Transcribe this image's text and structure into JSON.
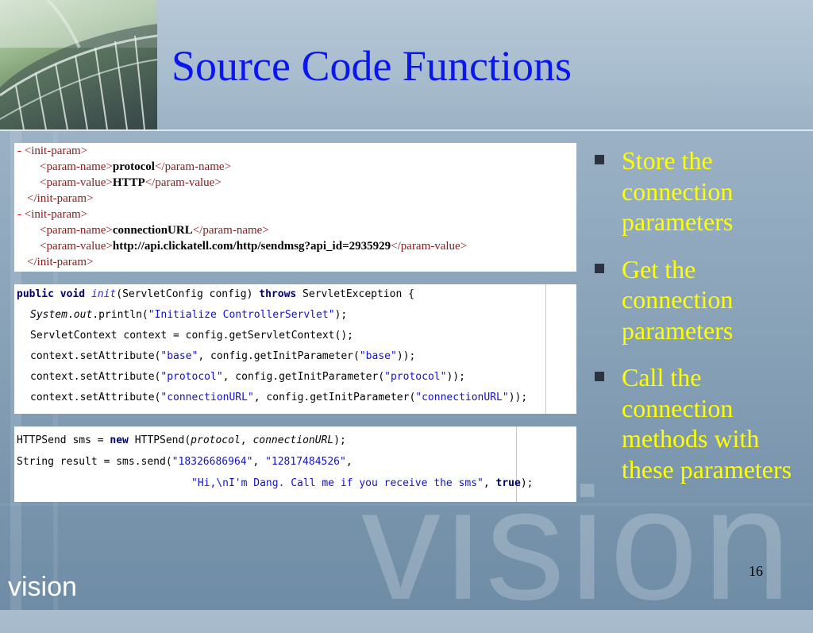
{
  "slide": {
    "title": "Source Code Functions",
    "page_number": "16",
    "brand": "vision",
    "watermark": "vision",
    "colors": {
      "title": "#0a16ee",
      "bullet_text": "#ffff00",
      "background": "#93abc0"
    }
  },
  "xml_snippet": {
    "line1": {
      "dash": "- ",
      "tag": "<init-param>"
    },
    "line2": {
      "open": "<param-name>",
      "value": "protocol",
      "close": "</param-name>"
    },
    "line3": {
      "open": "<param-value>",
      "value": "HTTP",
      "close": "</param-value>"
    },
    "line4": {
      "tag": "</init-param>"
    },
    "line5": {
      "dash": "- ",
      "tag": "<init-param>"
    },
    "line6": {
      "open": "<param-name>",
      "value": "connectionURL",
      "close": "</param-name>"
    },
    "line7": {
      "open": "<param-value>",
      "value": "http://api.clickatell.com/http/sendmsg?api_id=2935929",
      "close": "</param-value>"
    },
    "line8": {
      "tag": "</init-param>"
    }
  },
  "init_code": {
    "l1": {
      "kw1": "public",
      "kw2": "void",
      "method": "init",
      "rest": "(ServletConfig config) ",
      "kw3": "throws",
      "tail": " ServletException {"
    },
    "l2": {
      "cls": "System",
      "dot": ".",
      "field": "out",
      "call": ".println(",
      "str": "\"Initialize ControllerServlet\"",
      "end": ");"
    },
    "l3": {
      "text": "ServletContext context = config.getServletContext();"
    },
    "l4": {
      "a": "context.setAttribute(",
      "s1": "\"base\"",
      "b": ", config.getInitParameter(",
      "s2": "\"base\"",
      "c": "));"
    },
    "l5": {
      "a": "context.setAttribute(",
      "s1": "\"protocol\"",
      "b": ", config.getInitParameter(",
      "s2": "\"protocol\"",
      "c": "));"
    },
    "l6": {
      "a": "context.setAttribute(",
      "s1": "\"connectionURL\"",
      "b": ", config.getInitParameter(",
      "s2": "\"connectionURL\"",
      "c": "));"
    }
  },
  "send_code": {
    "l1": {
      "a": "HTTPSend sms = ",
      "kw": "new",
      "b": " HTTPSend(",
      "p1": "protocol",
      "c": ", ",
      "p2": "connectionURL",
      "d": ");"
    },
    "l2": {
      "a": "String result = sms.send(",
      "s1": "\"18326686964\"",
      "b": ", ",
      "s2": "\"12817484526\"",
      "c": ","
    },
    "l3": {
      "s": "\"Hi,\\nI'm Dang. Call me if you receive the sms\"",
      "a": ", ",
      "kw": "true",
      "b": ");"
    }
  },
  "bullets": [
    {
      "text": "Store the connection parameters"
    },
    {
      "text": "Get the connection parameters"
    },
    {
      "text": "Call the connection methods with these parameters"
    }
  ]
}
